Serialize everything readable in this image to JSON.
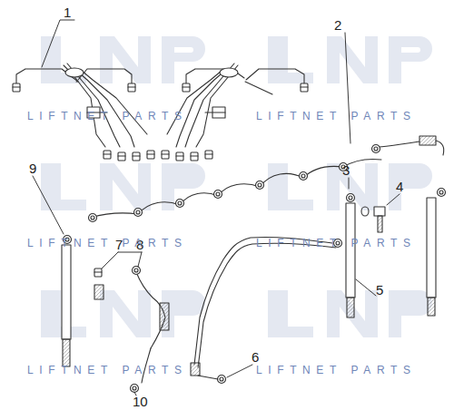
{
  "diagram": {
    "labels": [
      "1",
      "2",
      "3",
      "4",
      "5",
      "6",
      "7",
      "8",
      "9",
      "10",
      "LIFTNET PARTS",
      "LIFTNET PARTS",
      "LIFTNET PARTS",
      "LIFTNET PARTS",
      "LIFTNET PARTS",
      "LIFTNET PARTS"
    ]
  }
}
